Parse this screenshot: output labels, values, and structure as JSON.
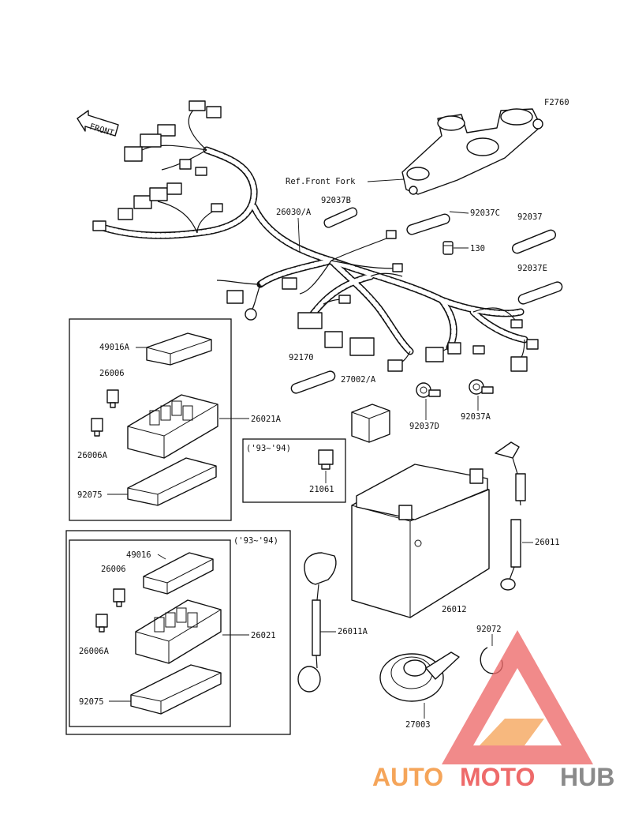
{
  "diagram": {
    "code": "F2760",
    "front_label": "FRONT",
    "ref_label": "Ref.Front Fork",
    "year_range_a": "('93~'94)",
    "year_range_b": "('93~'94)"
  },
  "parts": {
    "p26030a": "26030/A",
    "p92037b": "92037B",
    "p92037c": "92037C",
    "p92037": "92037",
    "p130": "130",
    "p92037e": "92037E",
    "p49016a": "49016A",
    "p26006_top": "26006",
    "p26021a": "26021A",
    "p26006a_top": "26006A",
    "p92075_top": "92075",
    "p92170": "92170",
    "p27002a": "27002/A",
    "p92037d": "92037D",
    "p92037a": "92037A",
    "p21061": "21061",
    "p26011": "26011",
    "p26012": "26012",
    "p49016": "49016",
    "p26006_bot": "26006",
    "p26021": "26021",
    "p26006a_bot": "26006A",
    "p92075_bot": "92075",
    "p26011a": "26011A",
    "p92072": "92072",
    "p27003": "27003"
  },
  "watermark": {
    "part1": "AUTO",
    "part2": "MOTO",
    "part3": "HUB",
    "colors": {
      "orange": "#f5a55a",
      "red": "#ee6a6a",
      "gray": "#8a8a8a"
    }
  }
}
